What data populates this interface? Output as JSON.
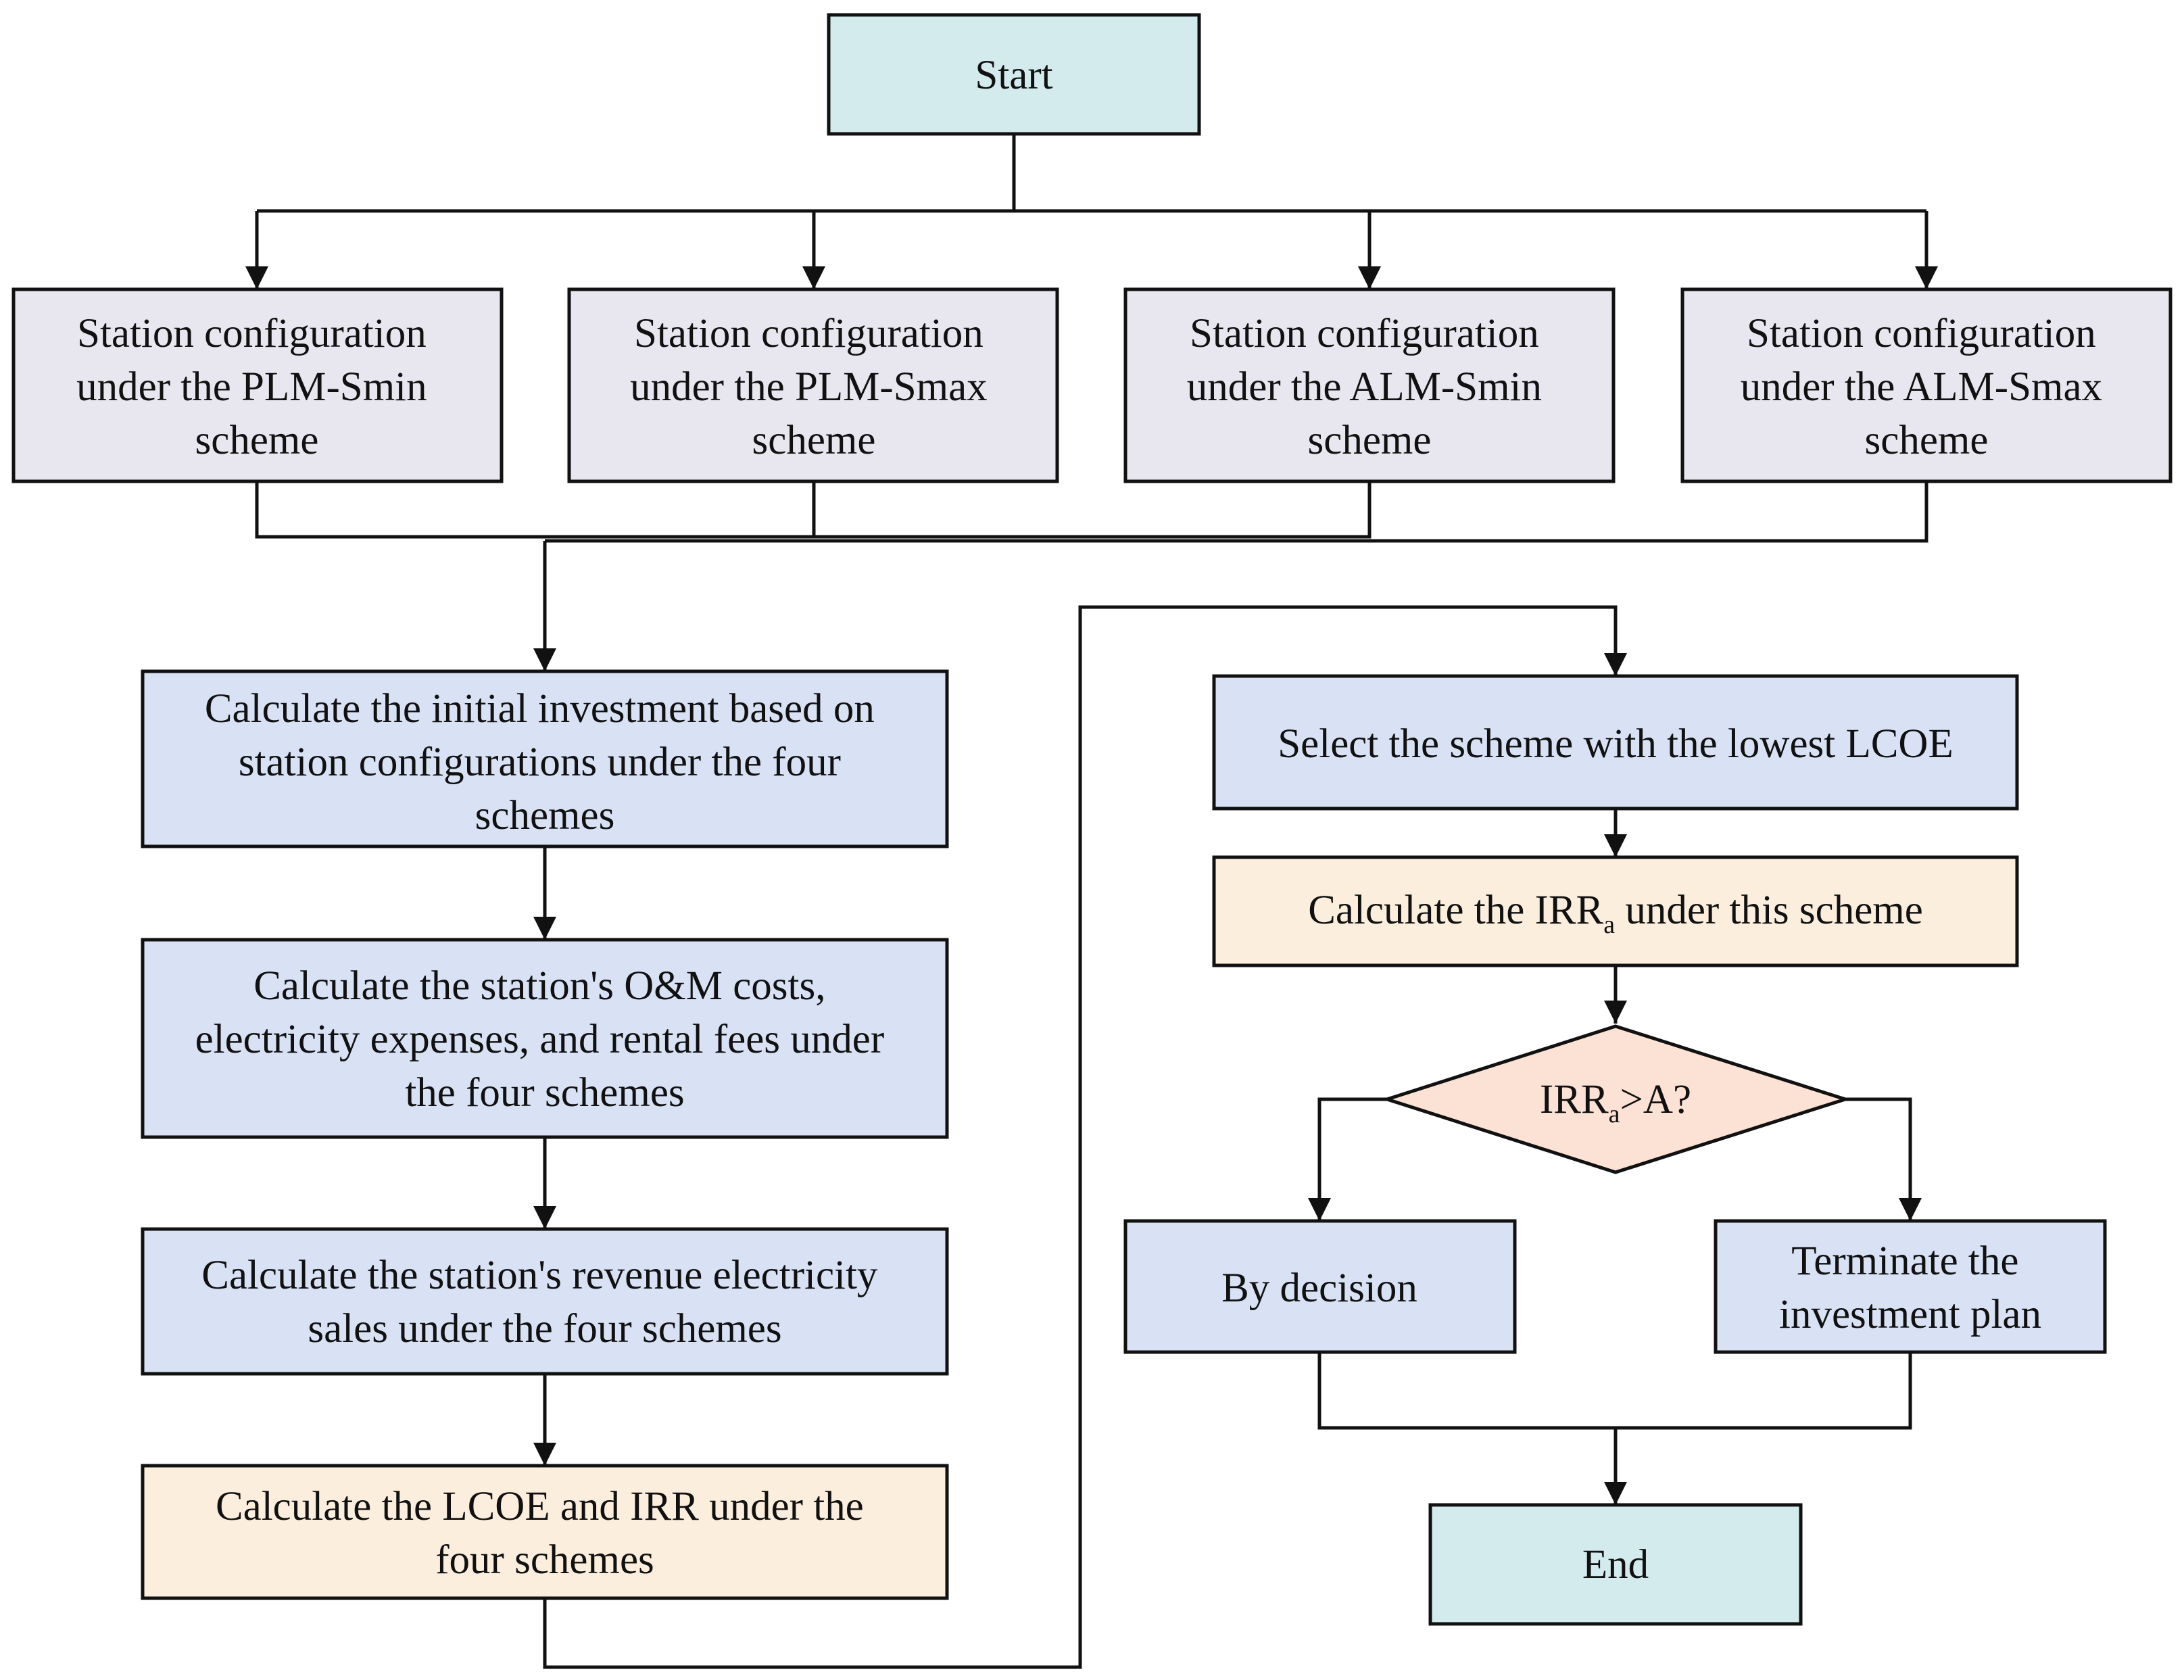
{
  "colors": {
    "terminal": "#d4ebee",
    "config": "#e8e6ee",
    "process": "#d9e2f4",
    "highlight": "#fbeedc",
    "decision": "#fbe2d4"
  },
  "nodes": {
    "start": "Start",
    "config_plm_smin": [
      "Station configuration",
      "under the PLM-Smin",
      "scheme"
    ],
    "config_plm_smax": [
      "Station configuration",
      "under the PLM-Smax",
      "scheme"
    ],
    "config_alm_smin": [
      "Station configuration",
      "under the ALM-Smin",
      "scheme"
    ],
    "config_alm_smax": [
      "Station configuration",
      "under the ALM-Smax",
      "scheme"
    ],
    "initial_investment": [
      "Calculate the initial investment based on",
      "station configurations under the four",
      "schemes"
    ],
    "om_costs": [
      "Calculate the station's O&M costs,",
      "electricity expenses, and rental fees under",
      "the four schemes"
    ],
    "revenue": [
      "Calculate the station's revenue electricity",
      "sales under the four schemes"
    ],
    "lcoe_irr": [
      "Calculate the LCOE and IRR under the",
      "four schemes"
    ],
    "select_scheme": "Select the scheme with the lowest LCOE",
    "calc_irra": {
      "before": "Calculate the IRR",
      "subscript": "a",
      "after": " under this scheme"
    },
    "decision": {
      "before": "IRR",
      "subscript": "a",
      "after": ">A?"
    },
    "by_decision": "By decision",
    "terminate": [
      "Terminate the",
      "investment plan"
    ],
    "end": "End"
  }
}
